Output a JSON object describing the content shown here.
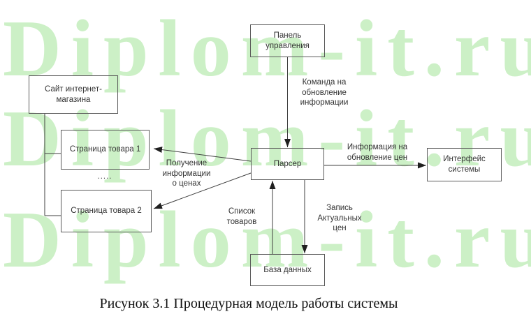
{
  "watermark": {
    "text": "Diplom-it.ru",
    "color": "#ccf0c6"
  },
  "nodes": {
    "control_panel": {
      "label": "Панель\nуправления"
    },
    "site": {
      "label": "Сайт интернет-\nмагазина"
    },
    "page1": {
      "label": "Страница товара 1"
    },
    "ellipsis": {
      "label": "....."
    },
    "page2": {
      "label": "Страница товара 2"
    },
    "parser": {
      "label": "Парсер"
    },
    "interface": {
      "label": "Интерфейс\nсистемы"
    },
    "database": {
      "label": "База данных"
    }
  },
  "edge_labels": {
    "update_command": "Команда на\nобновление\nинформации",
    "price_update_info": "Информация на\nобновление цен",
    "get_price_info": "Получение\nинформации\nо ценах",
    "product_list": "Список\nтоваров",
    "write_prices": "Запись\nАктуальных\nцен"
  },
  "caption": "Рисунок 3.1 Процедурная модель работы системы",
  "line_color": "#3f3f3f"
}
